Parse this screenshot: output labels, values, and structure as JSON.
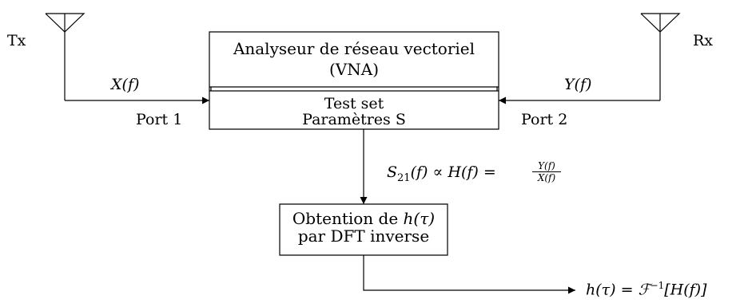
{
  "tx": {
    "label": "Tx"
  },
  "rx": {
    "label": "Rx"
  },
  "vna": {
    "line1": "Analyseur de réseau vectoriel",
    "line2": "(VNA)"
  },
  "testset": {
    "line1": "Test set",
    "line2": "Paramètres S"
  },
  "ports": {
    "port1": "Port 1",
    "port2": "Port 2"
  },
  "signals": {
    "x": "X(f)",
    "y": "Y(f)",
    "s21_lhs": "S",
    "s21_sub": "21",
    "s21_rest": "(f) ∝ H(f) =",
    "frac_num": "Y(f)",
    "frac_den": "X(f)"
  },
  "process": {
    "line1_prefix": "Obtention de ",
    "line1_math": "h(τ)",
    "line2": "par DFT inverse"
  },
  "output": {
    "lhs": "h(τ) = ",
    "op": "ℱ",
    "sup": "−1",
    "arg": "[H(f)]"
  }
}
